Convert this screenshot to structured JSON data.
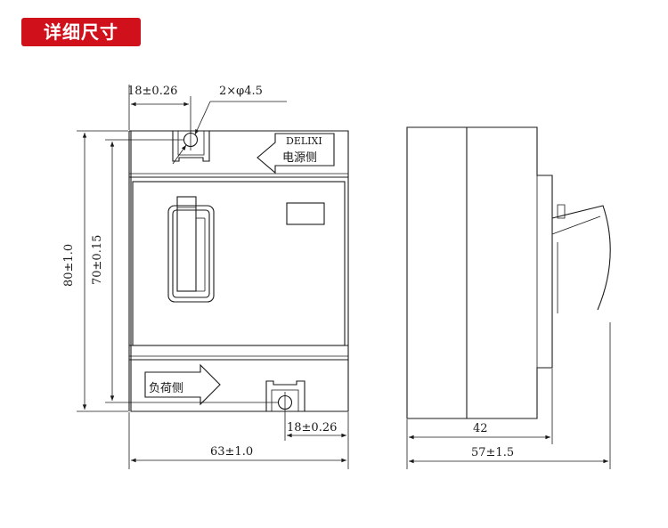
{
  "header": {
    "badge_label": "详细尺寸"
  },
  "front_view": {
    "brand": "DELIXI",
    "source_label": "电源侧",
    "load_label": "负荷侧",
    "dims": {
      "top_offset": "18±0.26",
      "hole_spec": "2×φ4.5",
      "height_total": "80±1.0",
      "height_inner": "70±0.15",
      "bottom_offset": "18±0.26",
      "width": "63±1.0"
    }
  },
  "side_view": {
    "dims": {
      "depth_inner": "42",
      "depth_total": "57±1.5"
    }
  },
  "colors": {
    "badge_bg": "#d0101b",
    "line": "#1a1a1a"
  }
}
